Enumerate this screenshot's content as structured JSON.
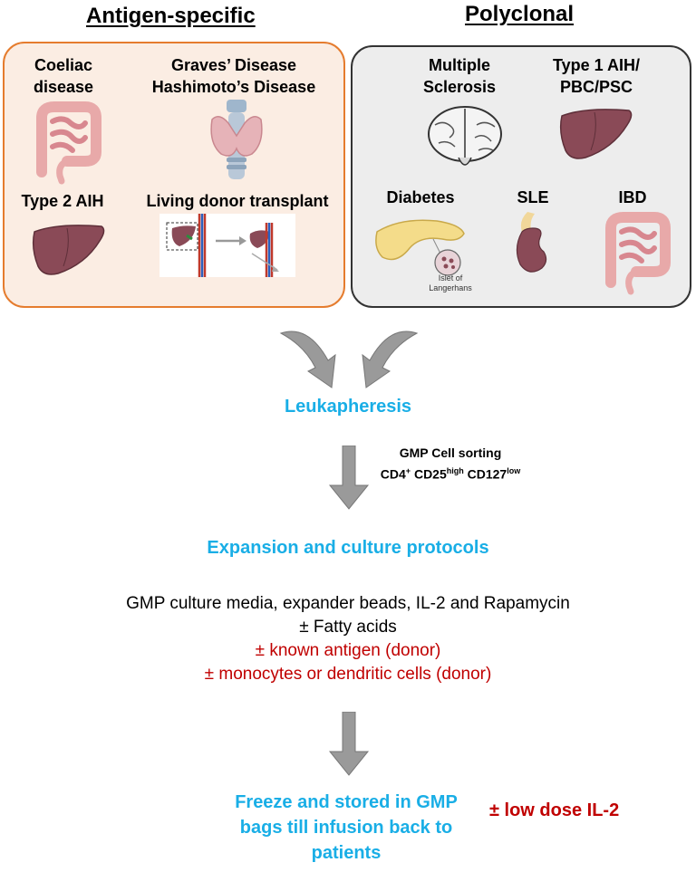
{
  "headers": {
    "antigen": "Antigen-specific",
    "polyclonal": "Polyclonal"
  },
  "colors": {
    "antigen_border": "#e57c2e",
    "antigen_fill": "#fbede3",
    "polyclonal_border": "#333333",
    "polyclonal_fill": "#ededed",
    "accent": "#19aee6",
    "red": "#c00000",
    "arrow": "#8c8c8c"
  },
  "antigen": {
    "coeliac_1": "Coeliac",
    "coeliac_2": "disease",
    "graves": "Graves’ Disease",
    "hashimoto": "Hashimoto’s Disease",
    "aih2": "Type 2 AIH",
    "transplant": "Living donor transplant"
  },
  "polyclonal": {
    "ms_1": "Multiple",
    "ms_2": "Sclerosis",
    "aih1_1": "Type 1 AIH/",
    "aih1_2": "PBC/PSC",
    "diabetes": "Diabetes",
    "sle": "SLE",
    "ibd": "IBD",
    "islet_1": "Islet of",
    "islet_2": "Langerhans"
  },
  "flow": {
    "leukapheresis": "Leukapheresis",
    "sorting": "GMP Cell sorting",
    "marker_cd4": "CD4",
    "marker_cd4_sup": "+",
    "marker_cd25": " CD25",
    "marker_cd25_sup": "high",
    "marker_cd127": " CD127",
    "marker_cd127_sup": "low",
    "expansion": "Expansion and culture protocols",
    "culture_line1": "GMP culture media, expander beads, IL-2 and Rapamycin",
    "culture_line2": "± Fatty acids",
    "culture_line3": "± known antigen (donor)",
    "culture_line4": "± monocytes or dendritic cells (donor)",
    "freeze_1": "Freeze and stored in GMP",
    "freeze_2": "bags till infusion back to",
    "freeze_3": "patients",
    "il2": "± low dose IL-2"
  }
}
